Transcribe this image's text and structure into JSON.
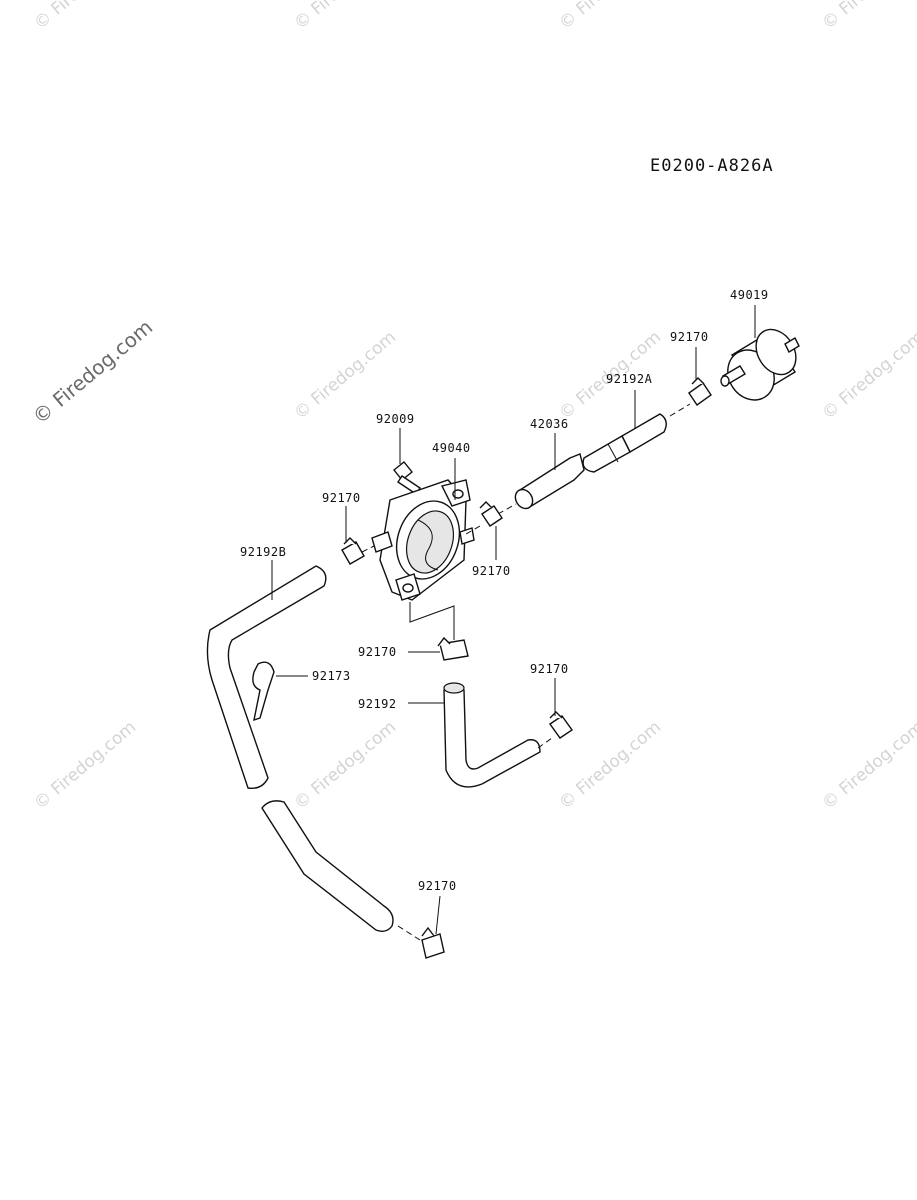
{
  "diagram": {
    "code": "E0200-A826A",
    "watermark": "© Firedog.com",
    "watermark_small": "© Firedog.com",
    "callouts": {
      "p49019": "49019",
      "p92170_filter": "92170",
      "p92192A": "92192A",
      "p42036": "42036",
      "p92009": "92009",
      "p49040": "49040",
      "p92170_left": "92170",
      "p92170_right": "92170",
      "p92192B": "92192B",
      "p92170_mid": "92170",
      "p92173": "92173",
      "p92192": "92192",
      "p92170_hose": "92170",
      "p92170_bottom": "92170"
    }
  }
}
